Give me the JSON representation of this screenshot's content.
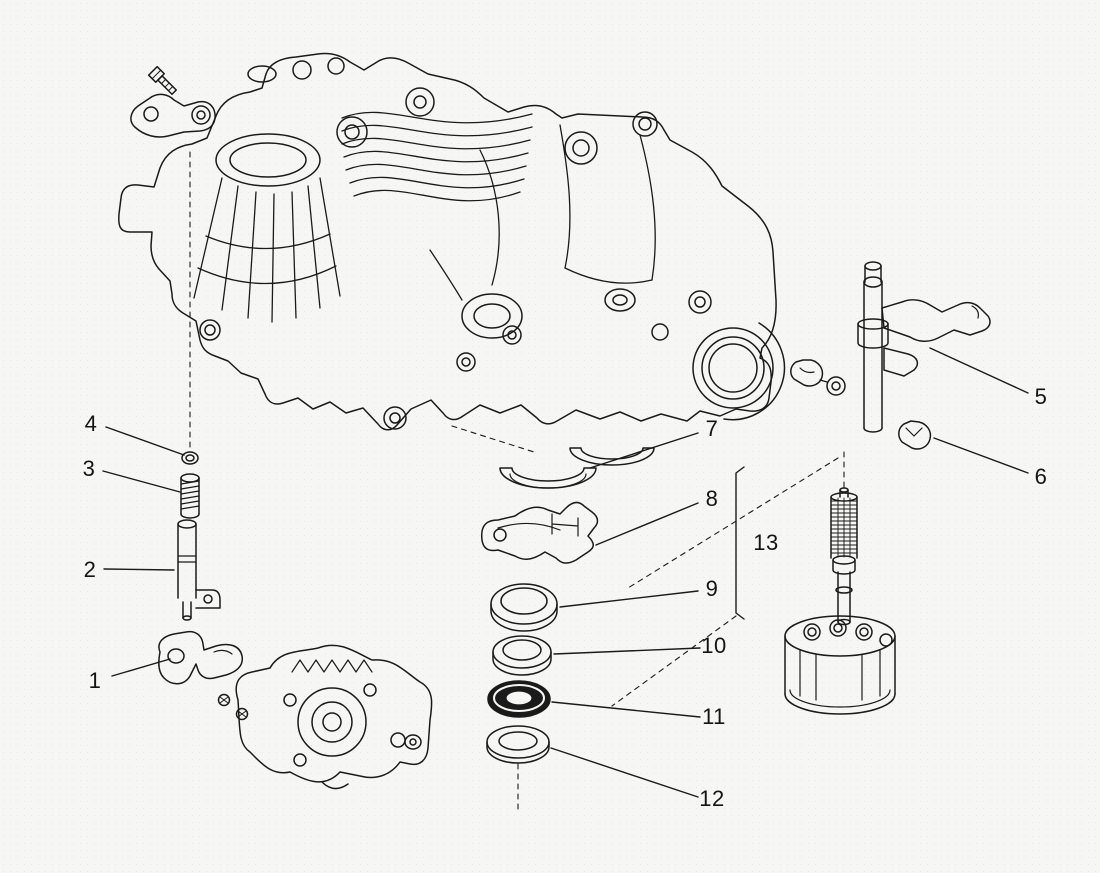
{
  "figure": {
    "kind": "exploded-parts-diagram"
  },
  "colors": {
    "bg": "#f6f6f5",
    "line": "#1a1a1a"
  },
  "callouts": [
    {
      "label": "1"
    },
    {
      "label": "2"
    },
    {
      "label": "3"
    },
    {
      "label": "4"
    },
    {
      "label": "5"
    },
    {
      "label": "6"
    },
    {
      "label": "7"
    },
    {
      "label": "8"
    },
    {
      "label": "9"
    },
    {
      "label": "10"
    },
    {
      "label": "11"
    },
    {
      "label": "12"
    },
    {
      "label": "13"
    }
  ]
}
